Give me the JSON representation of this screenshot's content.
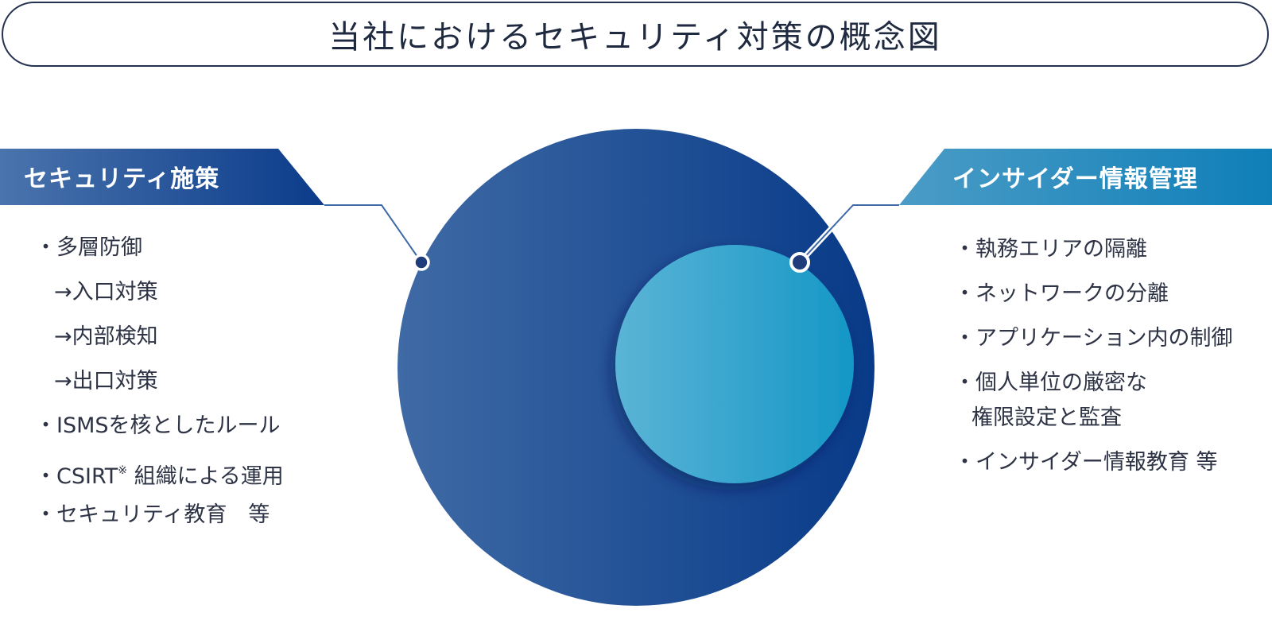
{
  "title": "当社におけるセキュリティ対策の概念図",
  "colors": {
    "title_border": "#243150",
    "big_circle_light": "#3f6aa5",
    "big_circle_dark": "#083a88",
    "small_circle_light": "#5bb4d6",
    "small_circle_dark": "#1597c6",
    "left_banner_light": "#4a74ad",
    "left_banner_dark": "#0b3b8a",
    "right_banner_light": "#4b9cc6",
    "right_banner_dark": "#0f7fb8",
    "connector": "#3d6aa6"
  },
  "left_panel": {
    "heading": "セキュリティ施策",
    "items": [
      {
        "text": "・多層防御"
      },
      {
        "text": "→入口対策"
      },
      {
        "text": "→内部検知"
      },
      {
        "text": "→出口対策"
      },
      {
        "text": "・ISMSを核としたルール"
      },
      {
        "text_before": "・CSIRT",
        "note": "※",
        "text_after": " 組織による運用"
      },
      {
        "text": "・セキュリティ教育　等"
      }
    ]
  },
  "right_panel": {
    "heading": "インサイダー情報管理",
    "items": [
      {
        "text": "・執務エリアの隔離"
      },
      {
        "text": "・ネットワークの分離"
      },
      {
        "text": "・アプリケーション内の制御"
      },
      {
        "text": "・個人単位の厳密な",
        "continuation": "権限設定と監査"
      },
      {
        "text": "・インサイダー情報教育 等"
      }
    ]
  }
}
